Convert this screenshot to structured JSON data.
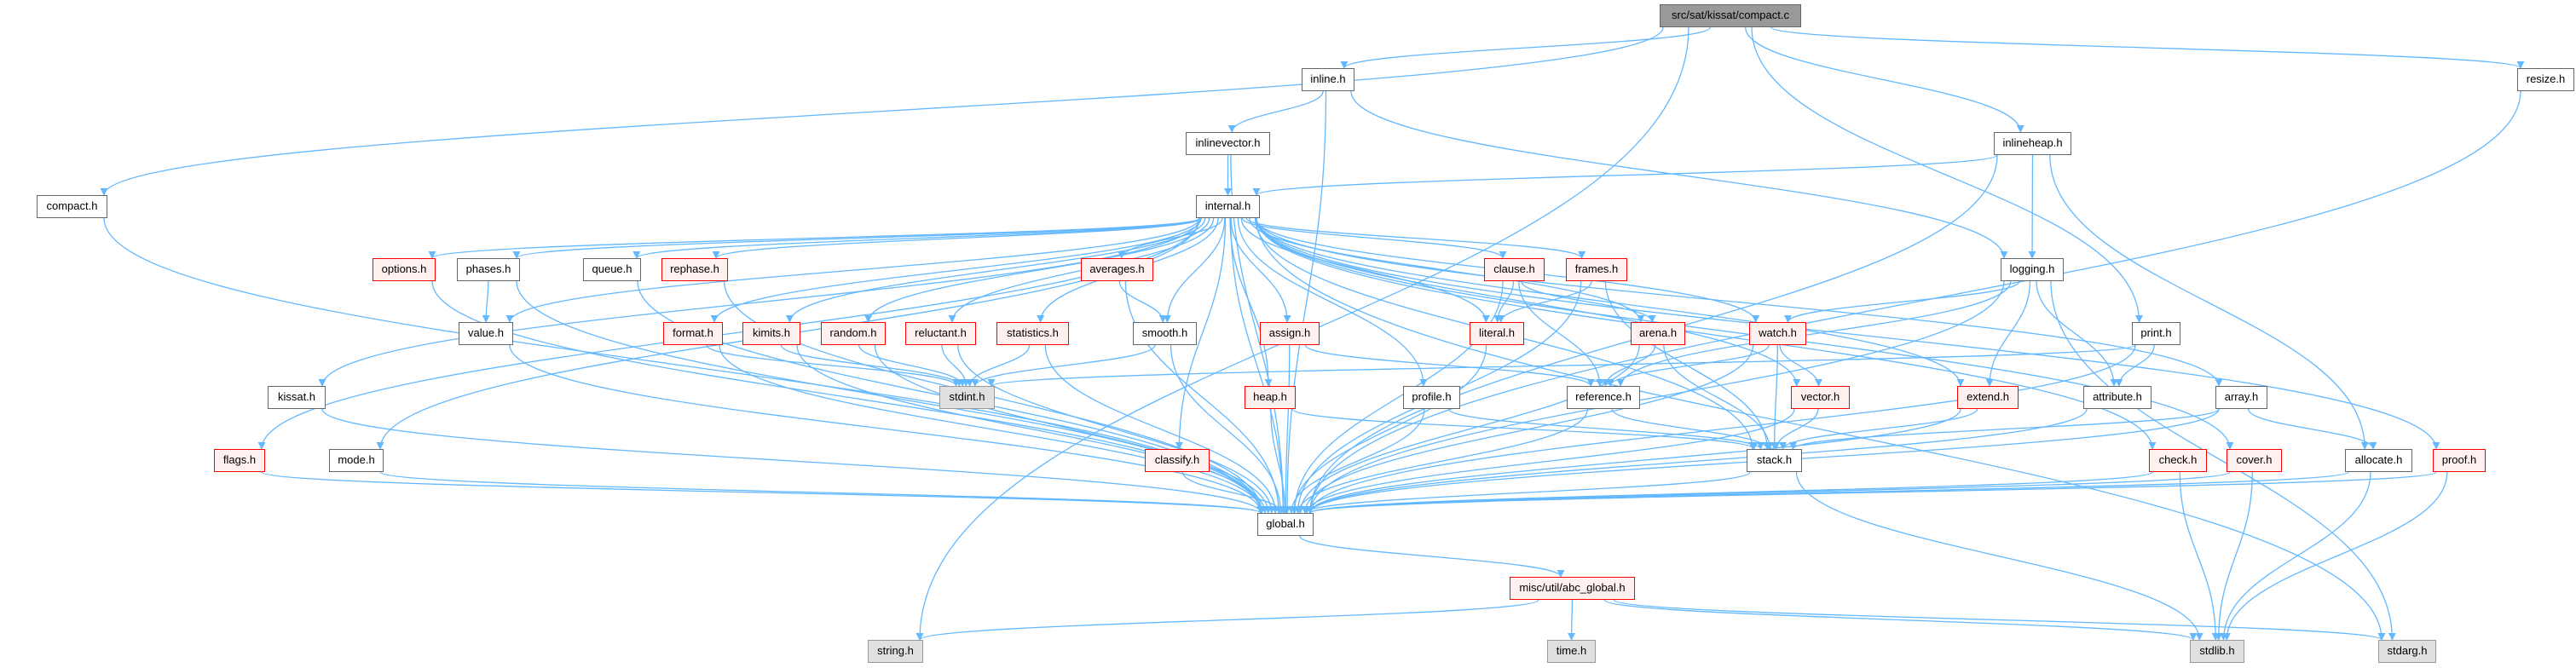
{
  "colors": {
    "edge": "#63b8ff",
    "red_border": "#ff0000",
    "red_fill": "#fff0f0",
    "system_fill": "#e0e0e0",
    "root_fill": "#999999"
  },
  "nodes": {
    "root": {
      "label": "src/sat/kissat/compact.c",
      "kind": "root"
    },
    "compact": {
      "label": "compact.h",
      "kind": "plain"
    },
    "inline": {
      "label": "inline.h",
      "kind": "plain"
    },
    "inlinevector": {
      "label": "inlinevector.h",
      "kind": "plain"
    },
    "inlineheap": {
      "label": "inlineheap.h",
      "kind": "plain"
    },
    "resize": {
      "label": "resize.h",
      "kind": "plain"
    },
    "internal": {
      "label": "internal.h",
      "kind": "plain"
    },
    "options": {
      "label": "options.h",
      "kind": "red"
    },
    "phases": {
      "label": "phases.h",
      "kind": "plain"
    },
    "queue": {
      "label": "queue.h",
      "kind": "plain"
    },
    "rephase": {
      "label": "rephase.h",
      "kind": "red"
    },
    "averages": {
      "label": "averages.h",
      "kind": "red"
    },
    "clause": {
      "label": "clause.h",
      "kind": "red"
    },
    "frames": {
      "label": "frames.h",
      "kind": "red"
    },
    "logging": {
      "label": "logging.h",
      "kind": "plain"
    },
    "value": {
      "label": "value.h",
      "kind": "plain"
    },
    "format": {
      "label": "format.h",
      "kind": "red"
    },
    "kimits": {
      "label": "kimits.h",
      "kind": "red"
    },
    "random": {
      "label": "random.h",
      "kind": "red"
    },
    "reluctant": {
      "label": "reluctant.h",
      "kind": "red"
    },
    "statistics": {
      "label": "statistics.h",
      "kind": "red"
    },
    "smooth": {
      "label": "smooth.h",
      "kind": "plain"
    },
    "assign": {
      "label": "assign.h",
      "kind": "red"
    },
    "literal": {
      "label": "literal.h",
      "kind": "red"
    },
    "arena": {
      "label": "arena.h",
      "kind": "red"
    },
    "watch": {
      "label": "watch.h",
      "kind": "red"
    },
    "print": {
      "label": "print.h",
      "kind": "plain"
    },
    "kissat": {
      "label": "kissat.h",
      "kind": "plain"
    },
    "stdint": {
      "label": "stdint.h",
      "kind": "sys"
    },
    "heap": {
      "label": "heap.h",
      "kind": "red"
    },
    "profile": {
      "label": "profile.h",
      "kind": "plain"
    },
    "reference": {
      "label": "reference.h",
      "kind": "plain"
    },
    "vector": {
      "label": "vector.h",
      "kind": "red"
    },
    "extend": {
      "label": "extend.h",
      "kind": "red"
    },
    "attribute": {
      "label": "attribute.h",
      "kind": "plain"
    },
    "array": {
      "label": "array.h",
      "kind": "plain"
    },
    "flags": {
      "label": "flags.h",
      "kind": "red"
    },
    "mode": {
      "label": "mode.h",
      "kind": "plain"
    },
    "classify": {
      "label": "classify.h",
      "kind": "red"
    },
    "stack": {
      "label": "stack.h",
      "kind": "plain"
    },
    "check": {
      "label": "check.h",
      "kind": "red"
    },
    "cover": {
      "label": "cover.h",
      "kind": "red"
    },
    "allocate": {
      "label": "allocate.h",
      "kind": "plain"
    },
    "proof": {
      "label": "proof.h",
      "kind": "red"
    },
    "global": {
      "label": "global.h",
      "kind": "plain"
    },
    "abc_global": {
      "label": "misc/util/abc_global.h",
      "kind": "red"
    },
    "string": {
      "label": "string.h",
      "kind": "sys"
    },
    "time": {
      "label": "time.h",
      "kind": "sys"
    },
    "stdlib": {
      "label": "stdlib.h",
      "kind": "sys"
    },
    "stdarg": {
      "label": "stdarg.h",
      "kind": "sys"
    }
  },
  "edges": [
    [
      "root",
      "string"
    ],
    [
      "root",
      "compact"
    ],
    [
      "root",
      "inline"
    ],
    [
      "root",
      "inlineheap"
    ],
    [
      "root",
      "print"
    ],
    [
      "root",
      "resize"
    ],
    [
      "inline",
      "global"
    ],
    [
      "inline",
      "inlinevector"
    ],
    [
      "inline",
      "logging"
    ],
    [
      "inlinevector",
      "global"
    ],
    [
      "inlinevector",
      "internal"
    ],
    [
      "inlineheap",
      "internal"
    ],
    [
      "inlineheap",
      "logging"
    ],
    [
      "inlineheap",
      "allocate"
    ],
    [
      "inlineheap",
      "global"
    ],
    [
      "resize",
      "global"
    ],
    [
      "compact",
      "global"
    ],
    [
      "internal",
      "options"
    ],
    [
      "internal",
      "phases"
    ],
    [
      "internal",
      "queue"
    ],
    [
      "internal",
      "rephase"
    ],
    [
      "internal",
      "value"
    ],
    [
      "internal",
      "format"
    ],
    [
      "internal",
      "kimits"
    ],
    [
      "internal",
      "random"
    ],
    [
      "internal",
      "reluctant"
    ],
    [
      "internal",
      "statistics"
    ],
    [
      "internal",
      "averages"
    ],
    [
      "internal",
      "smooth"
    ],
    [
      "internal",
      "classify"
    ],
    [
      "internal",
      "assign"
    ],
    [
      "internal",
      "heap"
    ],
    [
      "internal",
      "profile"
    ],
    [
      "internal",
      "clause"
    ],
    [
      "internal",
      "frames"
    ],
    [
      "internal",
      "literal"
    ],
    [
      "internal",
      "arena"
    ],
    [
      "internal",
      "watch"
    ],
    [
      "internal",
      "vector"
    ],
    [
      "internal",
      "extend"
    ],
    [
      "internal",
      "array"
    ],
    [
      "internal",
      "stack"
    ],
    [
      "internal",
      "check"
    ],
    [
      "internal",
      "cover"
    ],
    [
      "internal",
      "proof"
    ],
    [
      "internal",
      "flags"
    ],
    [
      "internal",
      "kissat"
    ],
    [
      "internal",
      "mode"
    ],
    [
      "internal",
      "global"
    ],
    [
      "internal",
      "stdarg"
    ],
    [
      "options",
      "global"
    ],
    [
      "phases",
      "value"
    ],
    [
      "phases",
      "global"
    ],
    [
      "queue",
      "global"
    ],
    [
      "rephase",
      "global"
    ],
    [
      "value",
      "global"
    ],
    [
      "format",
      "stdint"
    ],
    [
      "format",
      "global"
    ],
    [
      "kimits",
      "stdint"
    ],
    [
      "kimits",
      "global"
    ],
    [
      "random",
      "stdint"
    ],
    [
      "random",
      "global"
    ],
    [
      "reluctant",
      "stdint"
    ],
    [
      "reluctant",
      "global"
    ],
    [
      "statistics",
      "stdint"
    ],
    [
      "statistics",
      "global"
    ],
    [
      "averages",
      "smooth"
    ],
    [
      "averages",
      "global"
    ],
    [
      "smooth",
      "stdint"
    ],
    [
      "smooth",
      "global"
    ],
    [
      "assign",
      "reference"
    ],
    [
      "assign",
      "global"
    ],
    [
      "clause",
      "literal"
    ],
    [
      "clause",
      "arena"
    ],
    [
      "clause",
      "reference"
    ],
    [
      "clause",
      "global"
    ],
    [
      "frames",
      "literal"
    ],
    [
      "frames",
      "stack"
    ],
    [
      "frames",
      "global"
    ],
    [
      "logging",
      "reference"
    ],
    [
      "logging",
      "watch"
    ],
    [
      "logging",
      "extend"
    ],
    [
      "logging",
      "attribute"
    ],
    [
      "logging",
      "global"
    ],
    [
      "logging",
      "stdarg"
    ],
    [
      "literal",
      "global"
    ],
    [
      "arena",
      "reference"
    ],
    [
      "arena",
      "stack"
    ],
    [
      "arena",
      "global"
    ],
    [
      "watch",
      "reference"
    ],
    [
      "watch",
      "vector"
    ],
    [
      "watch",
      "stack"
    ],
    [
      "watch",
      "global"
    ],
    [
      "print",
      "stdint"
    ],
    [
      "print",
      "attribute"
    ],
    [
      "print",
      "global"
    ],
    [
      "kissat",
      "global"
    ],
    [
      "heap",
      "stack"
    ],
    [
      "heap",
      "global"
    ],
    [
      "profile",
      "stack"
    ],
    [
      "profile",
      "global"
    ],
    [
      "reference",
      "stack"
    ],
    [
      "reference",
      "global"
    ],
    [
      "vector",
      "stack"
    ],
    [
      "vector",
      "global"
    ],
    [
      "extend",
      "stack"
    ],
    [
      "extend",
      "global"
    ],
    [
      "attribute",
      "global"
    ],
    [
      "array",
      "stack"
    ],
    [
      "array",
      "allocate"
    ],
    [
      "array",
      "global"
    ],
    [
      "flags",
      "global"
    ],
    [
      "mode",
      "global"
    ],
    [
      "classify",
      "global"
    ],
    [
      "stack",
      "stdlib"
    ],
    [
      "stack",
      "global"
    ],
    [
      "check",
      "stdlib"
    ],
    [
      "check",
      "global"
    ],
    [
      "cover",
      "stdlib"
    ],
    [
      "cover",
      "global"
    ],
    [
      "allocate",
      "stdlib"
    ],
    [
      "allocate",
      "global"
    ],
    [
      "proof",
      "stdlib"
    ],
    [
      "proof",
      "global"
    ],
    [
      "global",
      "abc_global"
    ],
    [
      "abc_global",
      "string"
    ],
    [
      "abc_global",
      "time"
    ],
    [
      "abc_global",
      "stdlib"
    ],
    [
      "abc_global",
      "stdarg"
    ]
  ]
}
